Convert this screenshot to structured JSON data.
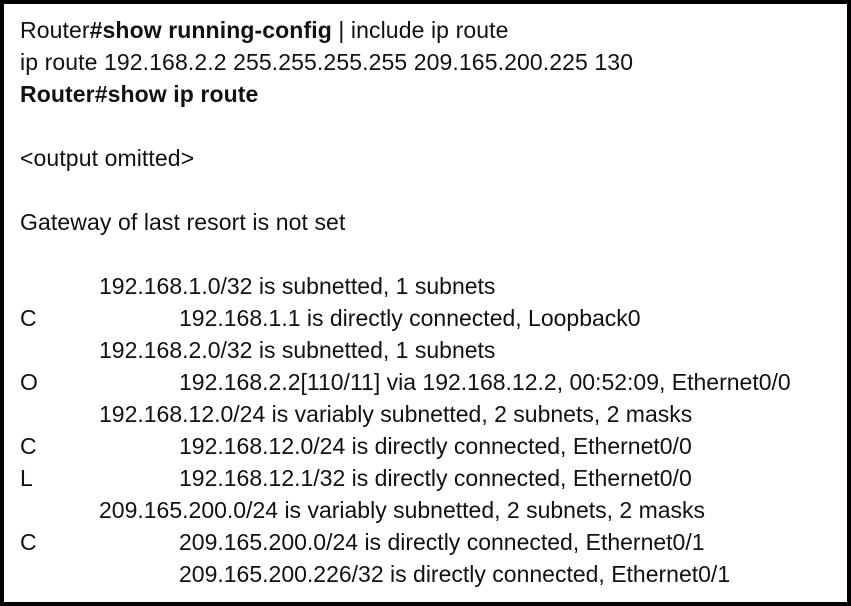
{
  "terminal": {
    "command_lines": [
      {
        "id": "show-running-config",
        "host": "Router",
        "command": "#show running-config",
        "suffix": " | include ip route"
      }
    ],
    "config_output_line": "ip route 192.168.2.2 255.255.255.255 209.165.200.225 130",
    "show_ip_route_command": "Router#show ip route",
    "output_omitted": "<output omitted>",
    "gateway_of_last_resort": "Gateway of last resort is not set",
    "routing_table": [
      {
        "code": "",
        "indent": 0,
        "text": "192.168.1.0/32 is subnetted, 1 subnets"
      },
      {
        "code": "C",
        "indent": 1,
        "text": "192.168.1.1 is directly connected, Loopback0"
      },
      {
        "code": "",
        "indent": 0,
        "text": "192.168.2.0/32 is subnetted, 1 subnets"
      },
      {
        "code": "O",
        "indent": 1,
        "text": "192.168.2.2[110/11] via 192.168.12.2, 00:52:09, Ethernet0/0"
      },
      {
        "code": "",
        "indent": 0,
        "text": "192.168.12.0/24 is variably subnetted, 2 subnets, 2 masks"
      },
      {
        "code": "C",
        "indent": 1,
        "text": "192.168.12.0/24 is directly connected, Ethernet0/0"
      },
      {
        "code": "L",
        "indent": 1,
        "text": "192.168.12.1/32 is directly connected, Ethernet0/0"
      },
      {
        "code": "",
        "indent": 0,
        "text": "209.165.200.0/24 is variably subnetted, 2 subnets, 2 masks"
      },
      {
        "code": "C",
        "indent": 1,
        "text": "209.165.200.0/24 is directly connected, Ethernet0/1"
      },
      {
        "code": "",
        "indent": 1,
        "text": "209.165.200.226/32 is directly connected, Ethernet0/1"
      }
    ]
  },
  "colors": {
    "background": "#ffffff",
    "text": "#111111",
    "border": "#000000"
  }
}
